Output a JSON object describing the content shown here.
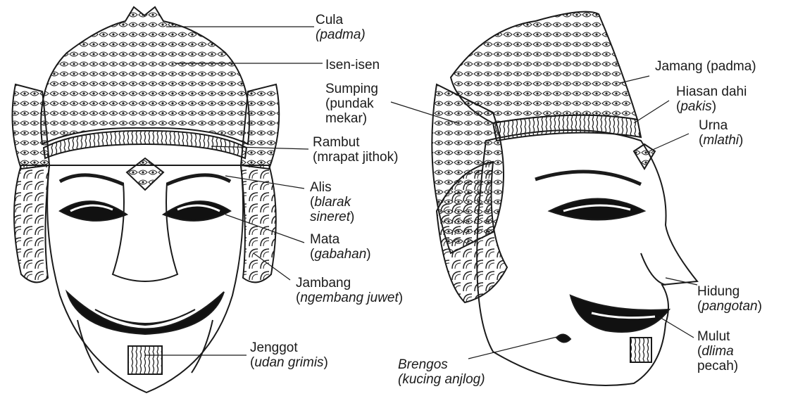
{
  "labels": {
    "cula": {
      "line1": "Cula",
      "line2": "(padma)"
    },
    "isen": {
      "line1": "Isen-isen"
    },
    "rambut": {
      "line1": "Rambut",
      "line2": "(mrapat jithok)"
    },
    "alis": {
      "line1": "Alis",
      "line2a": "(",
      "line2b": "blarak",
      "line3a": "sineret",
      "line3b": ")"
    },
    "mata": {
      "line1": "Mata",
      "line2a": "(",
      "line2b": "gabahan",
      "line2c": ")"
    },
    "jambang": {
      "line1": "Jambang",
      "line2a": "(",
      "line2b": "ngembang juwet",
      "line2c": ")"
    },
    "jenggot": {
      "line1": "Jenggot",
      "line2a": "(",
      "line2b": "udan grimis",
      "line2c": ")"
    },
    "jamang": {
      "line1": "Jamang (padma)"
    },
    "sumping": {
      "line1": "Sumping",
      "line2": "(pundak",
      "line3": "mekar)"
    },
    "hiasan": {
      "line1": "Hiasan dahi",
      "line2a": "(",
      "line2b": "pakis",
      "line2c": ")"
    },
    "urna": {
      "line1": "Urna",
      "line2a": "(",
      "line2b": "mlathi",
      "line2c": ")"
    },
    "hidung": {
      "line1": "Hidung",
      "line2a": "(",
      "line2b": "pangotan",
      "line2c": ")"
    },
    "mulut": {
      "line1": "Mulut",
      "line2a": "(",
      "line2b": "dlima",
      "line3": "pecah)"
    },
    "brengos": {
      "line1": "Brengos",
      "line2": "(kucing anjlog)"
    }
  }
}
